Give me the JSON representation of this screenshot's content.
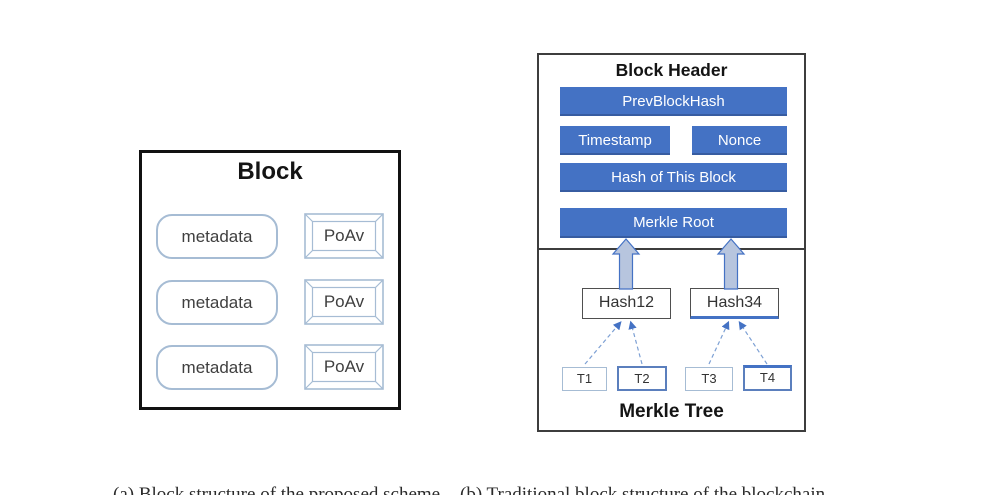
{
  "left_diagram": {
    "title": "Block",
    "rows": [
      {
        "metadata_label": "metadata",
        "poav_label": "PoAv"
      },
      {
        "metadata_label": "metadata",
        "poav_label": "PoAv"
      },
      {
        "metadata_label": "metadata",
        "poav_label": "PoAv"
      }
    ]
  },
  "right_diagram": {
    "header_title": "Block Header",
    "bars": {
      "prev_block_hash": "PrevBlockHash",
      "timestamp": "Timestamp",
      "nonce": "Nonce",
      "hash_of_this_block": "Hash of This Block",
      "merkle_root": "Merkle Root"
    },
    "tree": {
      "hash12": "Hash12",
      "hash34": "Hash34",
      "leaves": [
        "T1",
        "T2",
        "T3",
        "T4"
      ],
      "label": "Merkle Tree"
    }
  },
  "caption": {
    "a": "(a) Block structure of the proposed scheme",
    "b": "(b) Traditional block structure of the blockchain"
  },
  "colors": {
    "bar_blue": "#4472c4",
    "arrow_fill": "#b7c5de",
    "arrow_stroke": "#4472c4",
    "light_blue_border": "#a6bcd4",
    "dark_border": "#3d3d3d",
    "black_border": "#111111"
  }
}
